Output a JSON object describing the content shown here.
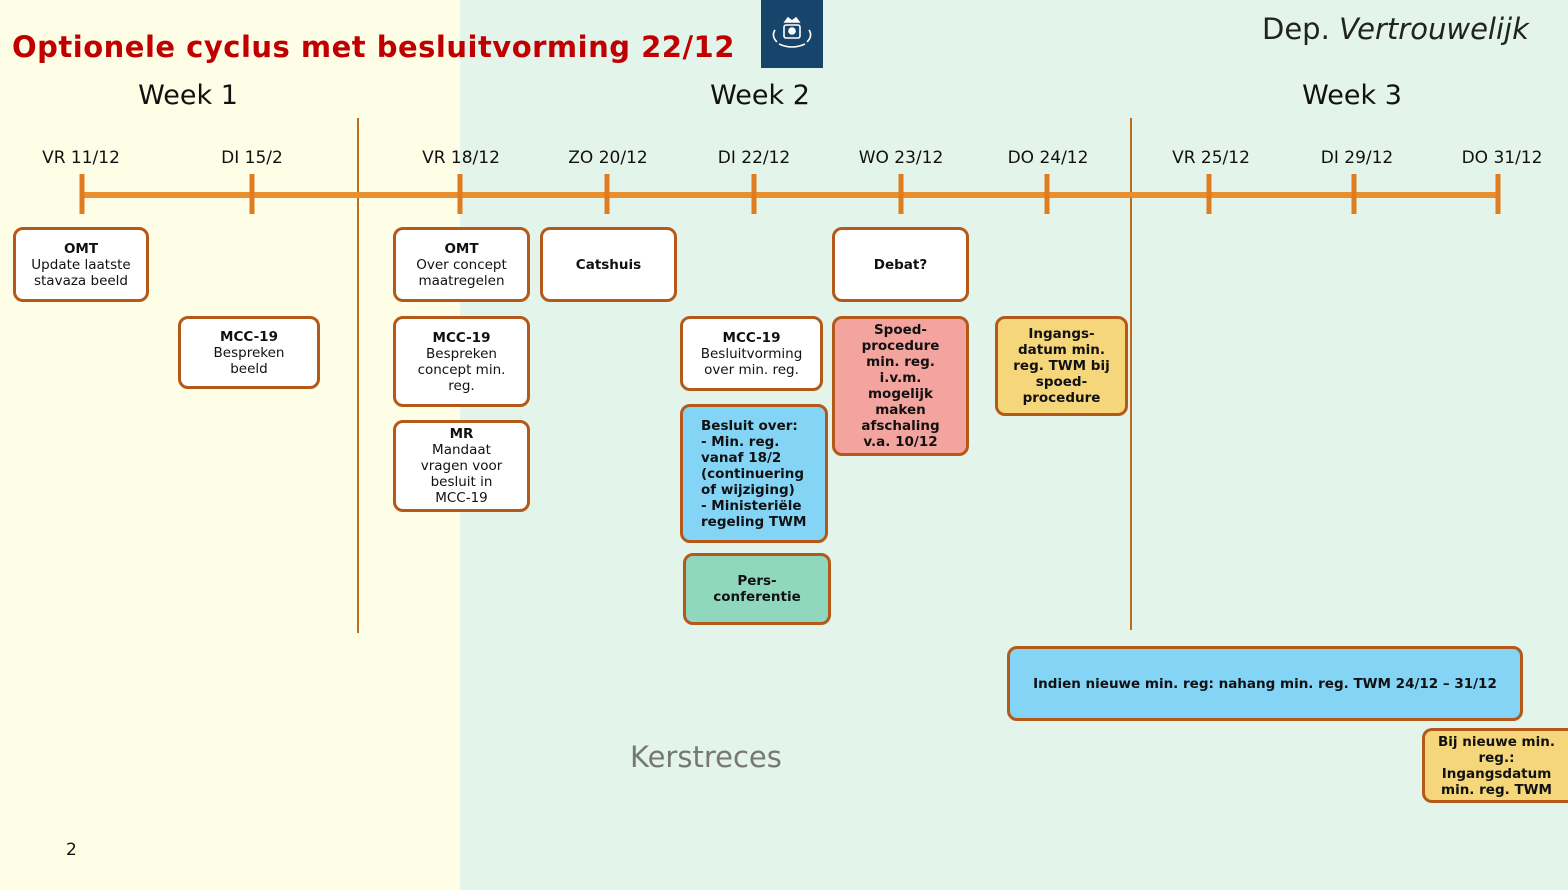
{
  "title": "Optionele cyclus met besluitvorming 22/12",
  "department": {
    "prefix": "Dep.",
    "classification": "Vertrouwelijk"
  },
  "weeks": [
    "Week 1",
    "Week 2",
    "Week 3"
  ],
  "dates": [
    "VR 11/12",
    "DI 15/2",
    "VR 18/12",
    "ZO 20/12",
    "DI 22/12",
    "WO 23/12",
    "DO 24/12",
    "VR 25/12",
    "DI 29/12",
    "DO 31/12"
  ],
  "events": {
    "omt1": {
      "title": "OMT",
      "lines": [
        "Update laatste",
        "stavaza beeld"
      ]
    },
    "mcc1": {
      "title": "MCC-19",
      "lines": [
        "Bespreken",
        "beeld"
      ]
    },
    "omt2": {
      "title": "OMT",
      "lines": [
        "Over concept",
        "maatregelen"
      ]
    },
    "mcc2": {
      "title": "MCC-19",
      "lines": [
        "Bespreken",
        "concept min.",
        "reg."
      ]
    },
    "mr": {
      "title": "MR",
      "lines": [
        "Mandaat",
        "vragen voor",
        "besluit in",
        "MCC-19"
      ]
    },
    "catshuis": {
      "title": "Catshuis"
    },
    "mcc3": {
      "title": "MCC-19",
      "lines": [
        "Besluitvorming",
        "over min. reg."
      ]
    },
    "besluit": {
      "lines": [
        "Besluit over:",
        "- Min. reg.",
        "vanaf 18/2",
        "(continuering",
        "of wijziging)",
        "- Ministeriële",
        "regeling TWM"
      ]
    },
    "pers": {
      "lines": [
        "Pers-",
        "conferentie"
      ]
    },
    "debat": {
      "title": "Debat?"
    },
    "spoed": {
      "lines": [
        "Spoed-",
        "procedure",
        "min. reg.",
        "i.v.m.",
        "mogelijk",
        "maken",
        "afschaling",
        "v.a. 10/12"
      ]
    },
    "ingangs": {
      "lines": [
        "Ingangs-",
        "datum min.",
        "reg. TWM bij",
        "spoed-",
        "procedure"
      ]
    },
    "nahang": {
      "text": "Indien nieuwe min. reg: nahang min. reg. TWM 24/12 – 31/12"
    },
    "bijnieuwe": {
      "lines": [
        "Bij nieuwe min.",
        "reg.:",
        "Ingangsdatum",
        "min. reg. TWM"
      ]
    }
  },
  "recess_label": "Kerstreces",
  "page_number": "2",
  "colors": {
    "title": "#c00000",
    "axis": "#e89030",
    "border": "#b4591a",
    "pink": "#f4a49e",
    "yellow": "#f5d67a",
    "blue": "#84d4f6",
    "green": "#8fd8bd",
    "logo": "#17446b"
  },
  "logo_icon": "government-coat-of-arms-icon"
}
